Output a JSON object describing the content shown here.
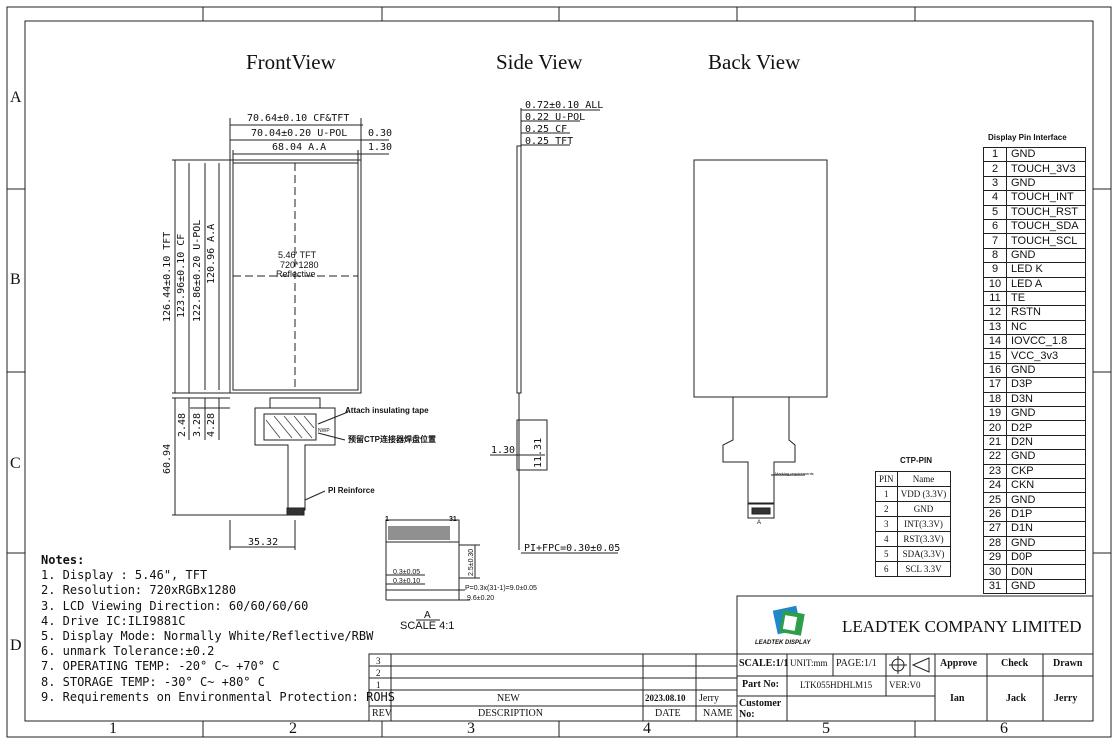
{
  "views": {
    "front": "FrontView",
    "side": "Side View",
    "back": "Back View"
  },
  "front": {
    "dims_top": [
      "70.64±0.10 CF&TFT",
      "70.04±0.20 U-POL",
      "68.04 A.A"
    ],
    "dims_right": [
      "0.30",
      "1.30"
    ],
    "dims_left": [
      "126.44±0.10 TFT",
      "123.96±0.10 CF",
      "122.86±0.20 U-POL",
      "120.96 A.A"
    ],
    "dims_fpc": [
      "2.48",
      "3.28",
      "4.28"
    ],
    "dim_total": "60.94",
    "dim_bottom": "35.32",
    "panel_label": [
      "5.46' TFT",
      "720*1280",
      "Reflective"
    ],
    "note_tape": "Attach insulating tape",
    "note_ctp": "预留CTP连接器焊盘位置",
    "note_pi": "PI Reinforce",
    "tiny": "NWP"
  },
  "side": {
    "dims": [
      "0.72±0.10 ALL",
      "0.22 U-POL",
      "0.25 CF",
      "0.25 TFT"
    ],
    "dim_130": "1.30",
    "dim_1131": "11.31",
    "dim_fpc": "PI+FPC=0.30±0.05"
  },
  "back": {
    "tiny": "Marking requirements",
    "marker": "A"
  },
  "detail": {
    "pin_first": "1",
    "pin_last": "31",
    "d1": "0.3±0.05",
    "d2": "0.3±0.10",
    "d3": "2.5±0.30",
    "d4": "P=0.3x(31-1)=9.0±0.05",
    "d5": "9.6±0.20",
    "label": "A",
    "scale": "SCALE 4:1"
  },
  "notes": [
    "Notes:",
    "1. Display : 5.46\",  TFT",
    "2. Resolution: 720xRGBx1280",
    "3. LCD Viewing Direction: 60/60/60/60",
    "4. Drive IC:ILI9881C",
    "5. Display Mode: Normally White/Reflective/RBW",
    "6. unmark Tolerance:±0.2",
    "7. OPERATING TEMP: -20° C~ +70° C",
    "8. STORAGE TEMP: -30° C~ +80° C",
    "9. Requirements on Environmental Protection: ROHS"
  ],
  "pin_interface": {
    "title": "Display Pin Interface",
    "rows": [
      [
        "1",
        "GND"
      ],
      [
        "2",
        "TOUCH_3V3"
      ],
      [
        "3",
        "GND"
      ],
      [
        "4",
        "TOUCH_INT"
      ],
      [
        "5",
        "TOUCH_RST"
      ],
      [
        "6",
        "TOUCH_SDA"
      ],
      [
        "7",
        "TOUCH_SCL"
      ],
      [
        "8",
        "GND"
      ],
      [
        "9",
        "LED K"
      ],
      [
        "10",
        "LED A"
      ],
      [
        "11",
        "TE"
      ],
      [
        "12",
        "RSTN"
      ],
      [
        "13",
        "NC"
      ],
      [
        "14",
        "IOVCC_1.8"
      ],
      [
        "15",
        "VCC_3v3"
      ],
      [
        "16",
        "GND"
      ],
      [
        "17",
        "D3P"
      ],
      [
        "18",
        "D3N"
      ],
      [
        "19",
        "GND"
      ],
      [
        "20",
        "D2P"
      ],
      [
        "21",
        "D2N"
      ],
      [
        "22",
        "GND"
      ],
      [
        "23",
        "CKP"
      ],
      [
        "24",
        "CKN"
      ],
      [
        "25",
        "GND"
      ],
      [
        "26",
        "D1P"
      ],
      [
        "27",
        "D1N"
      ],
      [
        "28",
        "GND"
      ],
      [
        "29",
        "D0P"
      ],
      [
        "30",
        "D0N"
      ],
      [
        "31",
        "GND"
      ]
    ]
  },
  "ctp_pin": {
    "title": "CTP-PIN",
    "header": [
      "PIN",
      "Name"
    ],
    "rows": [
      [
        "1",
        "VDD (3.3V)"
      ],
      [
        "2",
        "GND"
      ],
      [
        "3",
        "INT(3.3V)"
      ],
      [
        "4",
        "RST(3.3V)"
      ],
      [
        "5",
        "SDA(3.3V)"
      ],
      [
        "6",
        "SCL 3.3V"
      ]
    ]
  },
  "grid": {
    "cols": [
      "1",
      "2",
      "3",
      "4",
      "5",
      "6"
    ],
    "rows": [
      "A",
      "B",
      "C",
      "D"
    ]
  },
  "title_block": {
    "company": "LEADTEK COMPANY LIMITED",
    "logo_text": "LEADTEK DISPLAY",
    "scale": "SCALE:1/1",
    "unit": "UNIT:mm",
    "page": "PAGE:1/1",
    "approve": "Approve",
    "check": "Check",
    "drawn": "Drawn",
    "approve_name": "Ian",
    "check_name": "Jack",
    "drawn_name": "Jerry",
    "part_no_label": "Part No:",
    "part_no": "LTK055HDHLM15",
    "ver": "VER:V0",
    "customer_label": "Customer No:"
  },
  "revision": {
    "marks": [
      "3",
      "2",
      "1"
    ],
    "desc": "NEW",
    "date": "2023.08.10",
    "name": "Jerry",
    "h_rev": "REV",
    "h_desc": "DESCRIPTION",
    "h_date": "DATE",
    "h_name": "NAME"
  }
}
